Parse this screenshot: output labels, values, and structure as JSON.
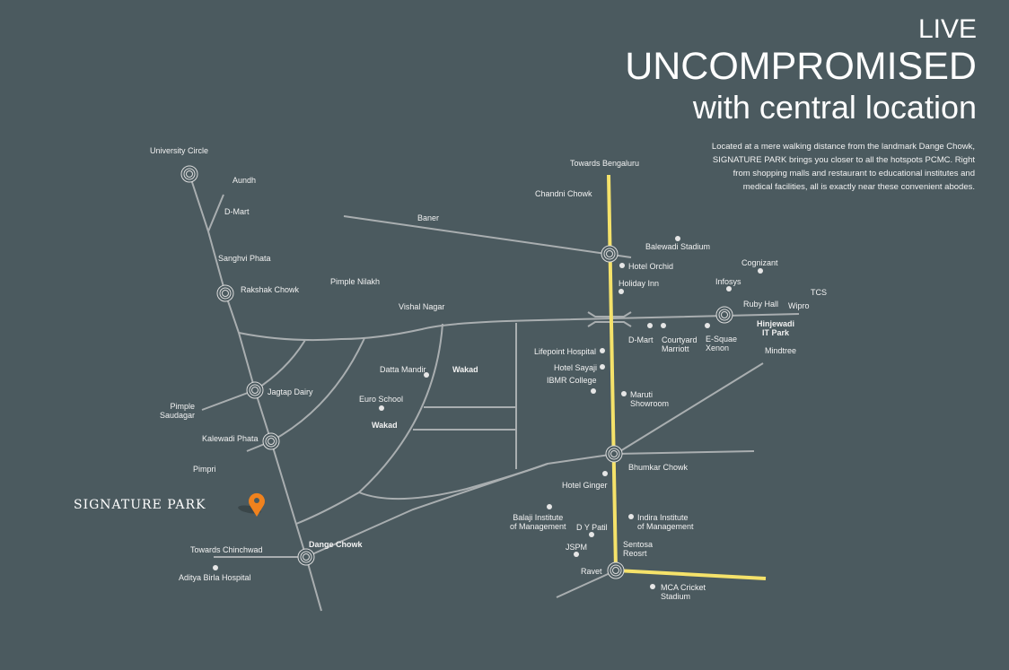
{
  "header": {
    "line1": "LIVE",
    "line2": "UNCOMPROMISED",
    "line3": "with central location",
    "description": "Located at a mere walking distance from the landmark Dange Chowk, SIGNATURE PARK brings you closer to all the hotspots PCMC. Right from shopping malls and restaurant to educational institutes and medical facilities, all is exactly near these convenient abodes."
  },
  "brand": "SIGNATURE PARK",
  "colors": {
    "background": "#4b5a5f",
    "road": "#a9aeb0",
    "highway": "#f5e26a",
    "marker": "#f0821e"
  },
  "labels": {
    "university_circle": "University Circle",
    "aundh": "Aundh",
    "dmart_left": "D-Mart",
    "sanghvi_phata": "Sanghvi Phata",
    "rakshak_chowk": "Rakshak Chowk",
    "pimple_nilakh": "Pimple Nilakh",
    "vishal_nagar": "Vishal Nagar",
    "baner": "Baner",
    "jagtap_dairy": "Jagtap Dairy",
    "pimple_saudagar": "Pimple\nSaudagar",
    "kalewadi_phata": "Kalewadi Phata",
    "pimpri": "Pimpri",
    "datta_mandir": "Datta Mandir",
    "euro_school": "Euro School",
    "wakad_1": "Wakad",
    "wakad_2": "Wakad",
    "towards_chinchwad": "Towards Chinchwad",
    "aditya_birla": "Aditya Birla Hospital",
    "dange_chowk": "Dange Chowk",
    "towards_bengaluru": "Towards Bengaluru",
    "chandni_chowk": "Chandni Chowk",
    "balewadi_stadium": "Balewadi Stadium",
    "hotel_orchid": "Hotel Orchid",
    "holiday_inn": "Holiday Inn",
    "cognizant": "Cognizant",
    "infosys": "Infosys",
    "tcs": "TCS",
    "ruby_hall": "Ruby Hall",
    "wipro": "Wipro",
    "hinjewadi": "Hinjewadi\nIT Park",
    "dmart_right": "D-Mart",
    "courtyard": "Courtyard\nMarriott",
    "esquare": "E-Squae\nXenon",
    "mindtree": "Mindtree",
    "lifepoint": "Lifepoint Hospital",
    "sayaji": "Hotel Sayaji",
    "ibmr": "IBMR College",
    "maruti": "Maruti\nShowroom",
    "bhumkar": "Bhumkar Chowk",
    "hotel_ginger": "Hotel Ginger",
    "balaji": "Balaji Institute\nof Management",
    "indira": "Indira Institute\nof Management",
    "dy_patil": "D Y Patil",
    "jspm": "JSPM",
    "sentosa": "Sentosa\nReosrt",
    "ravet": "Ravet",
    "mca": "MCA Cricket\nStadium"
  }
}
